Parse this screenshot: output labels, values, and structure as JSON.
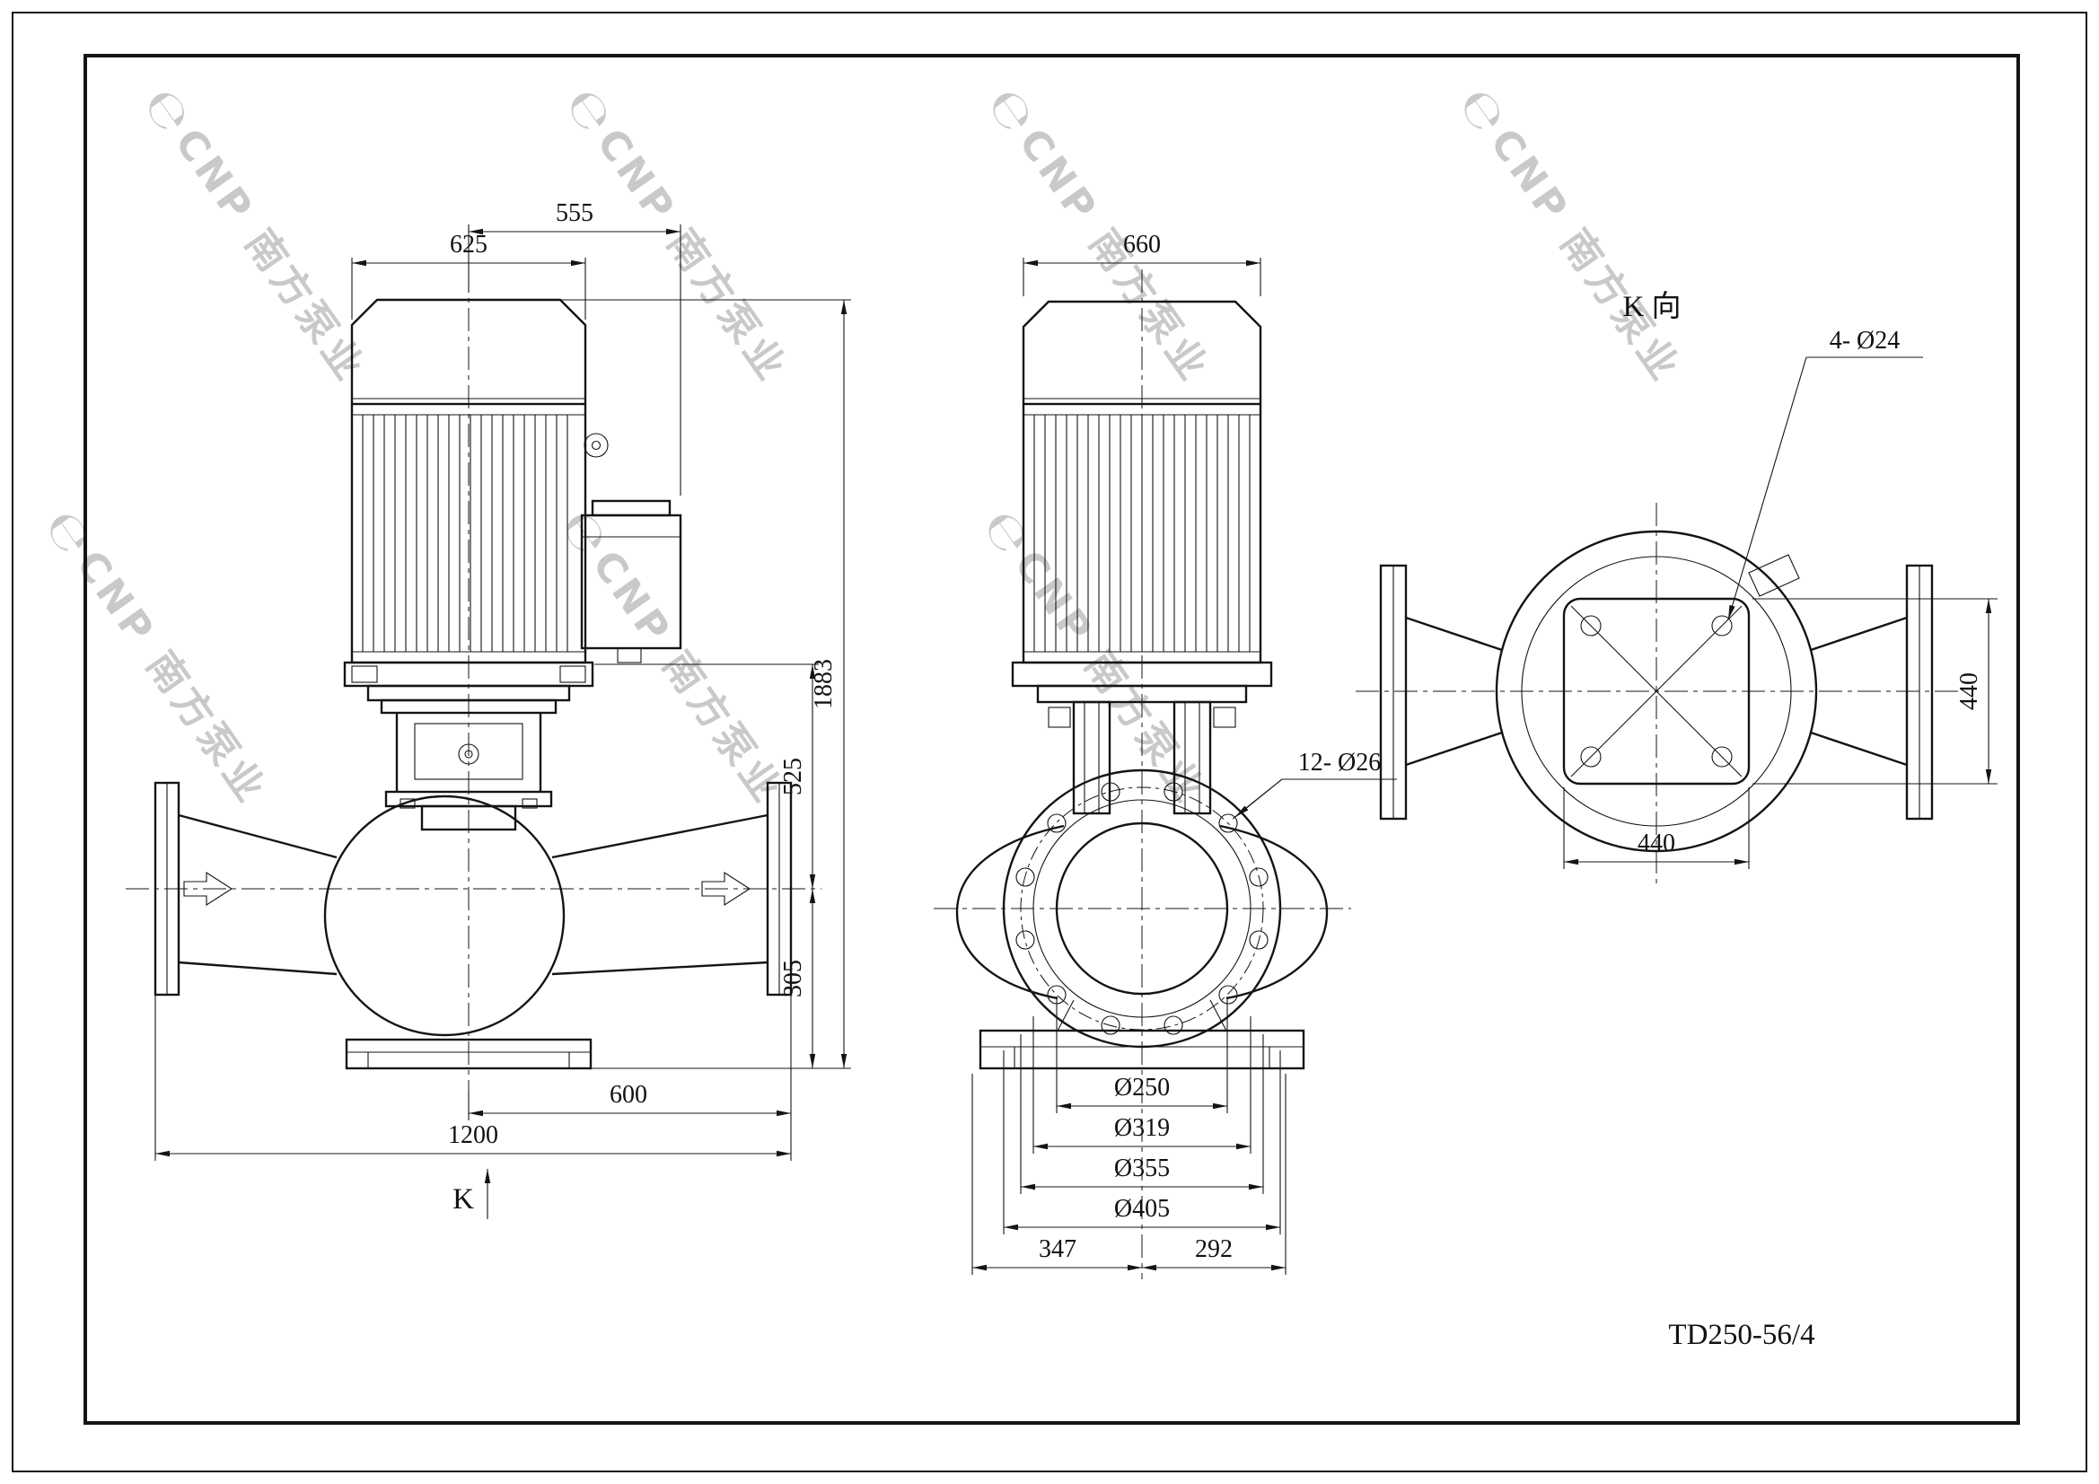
{
  "drawing": {
    "part_number": "TD250-56/4",
    "watermark": {
      "logo": "℮",
      "text": "CNP 南方泵业"
    },
    "side_view": {
      "view_arrow_label": "K",
      "dim_top_offset": "555",
      "dim_motor_width": "625",
      "dim_total_height": "1883",
      "dim_flange_to_motor": "525",
      "dim_base_to_center": "305",
      "dim_center_to_flange": "600",
      "dim_overall_length": "1200"
    },
    "front_view": {
      "dim_motor_width": "660",
      "bolt_callout": "12- Ø26",
      "dim_d1": "Ø250",
      "dim_d2": "Ø319",
      "dim_d3": "Ø355",
      "dim_d4": "Ø405",
      "dim_left": "347",
      "dim_right": "292"
    },
    "k_view": {
      "label": "K 向",
      "bolt_callout": "4- Ø24",
      "dim_height": "440",
      "dim_width": "440"
    }
  }
}
